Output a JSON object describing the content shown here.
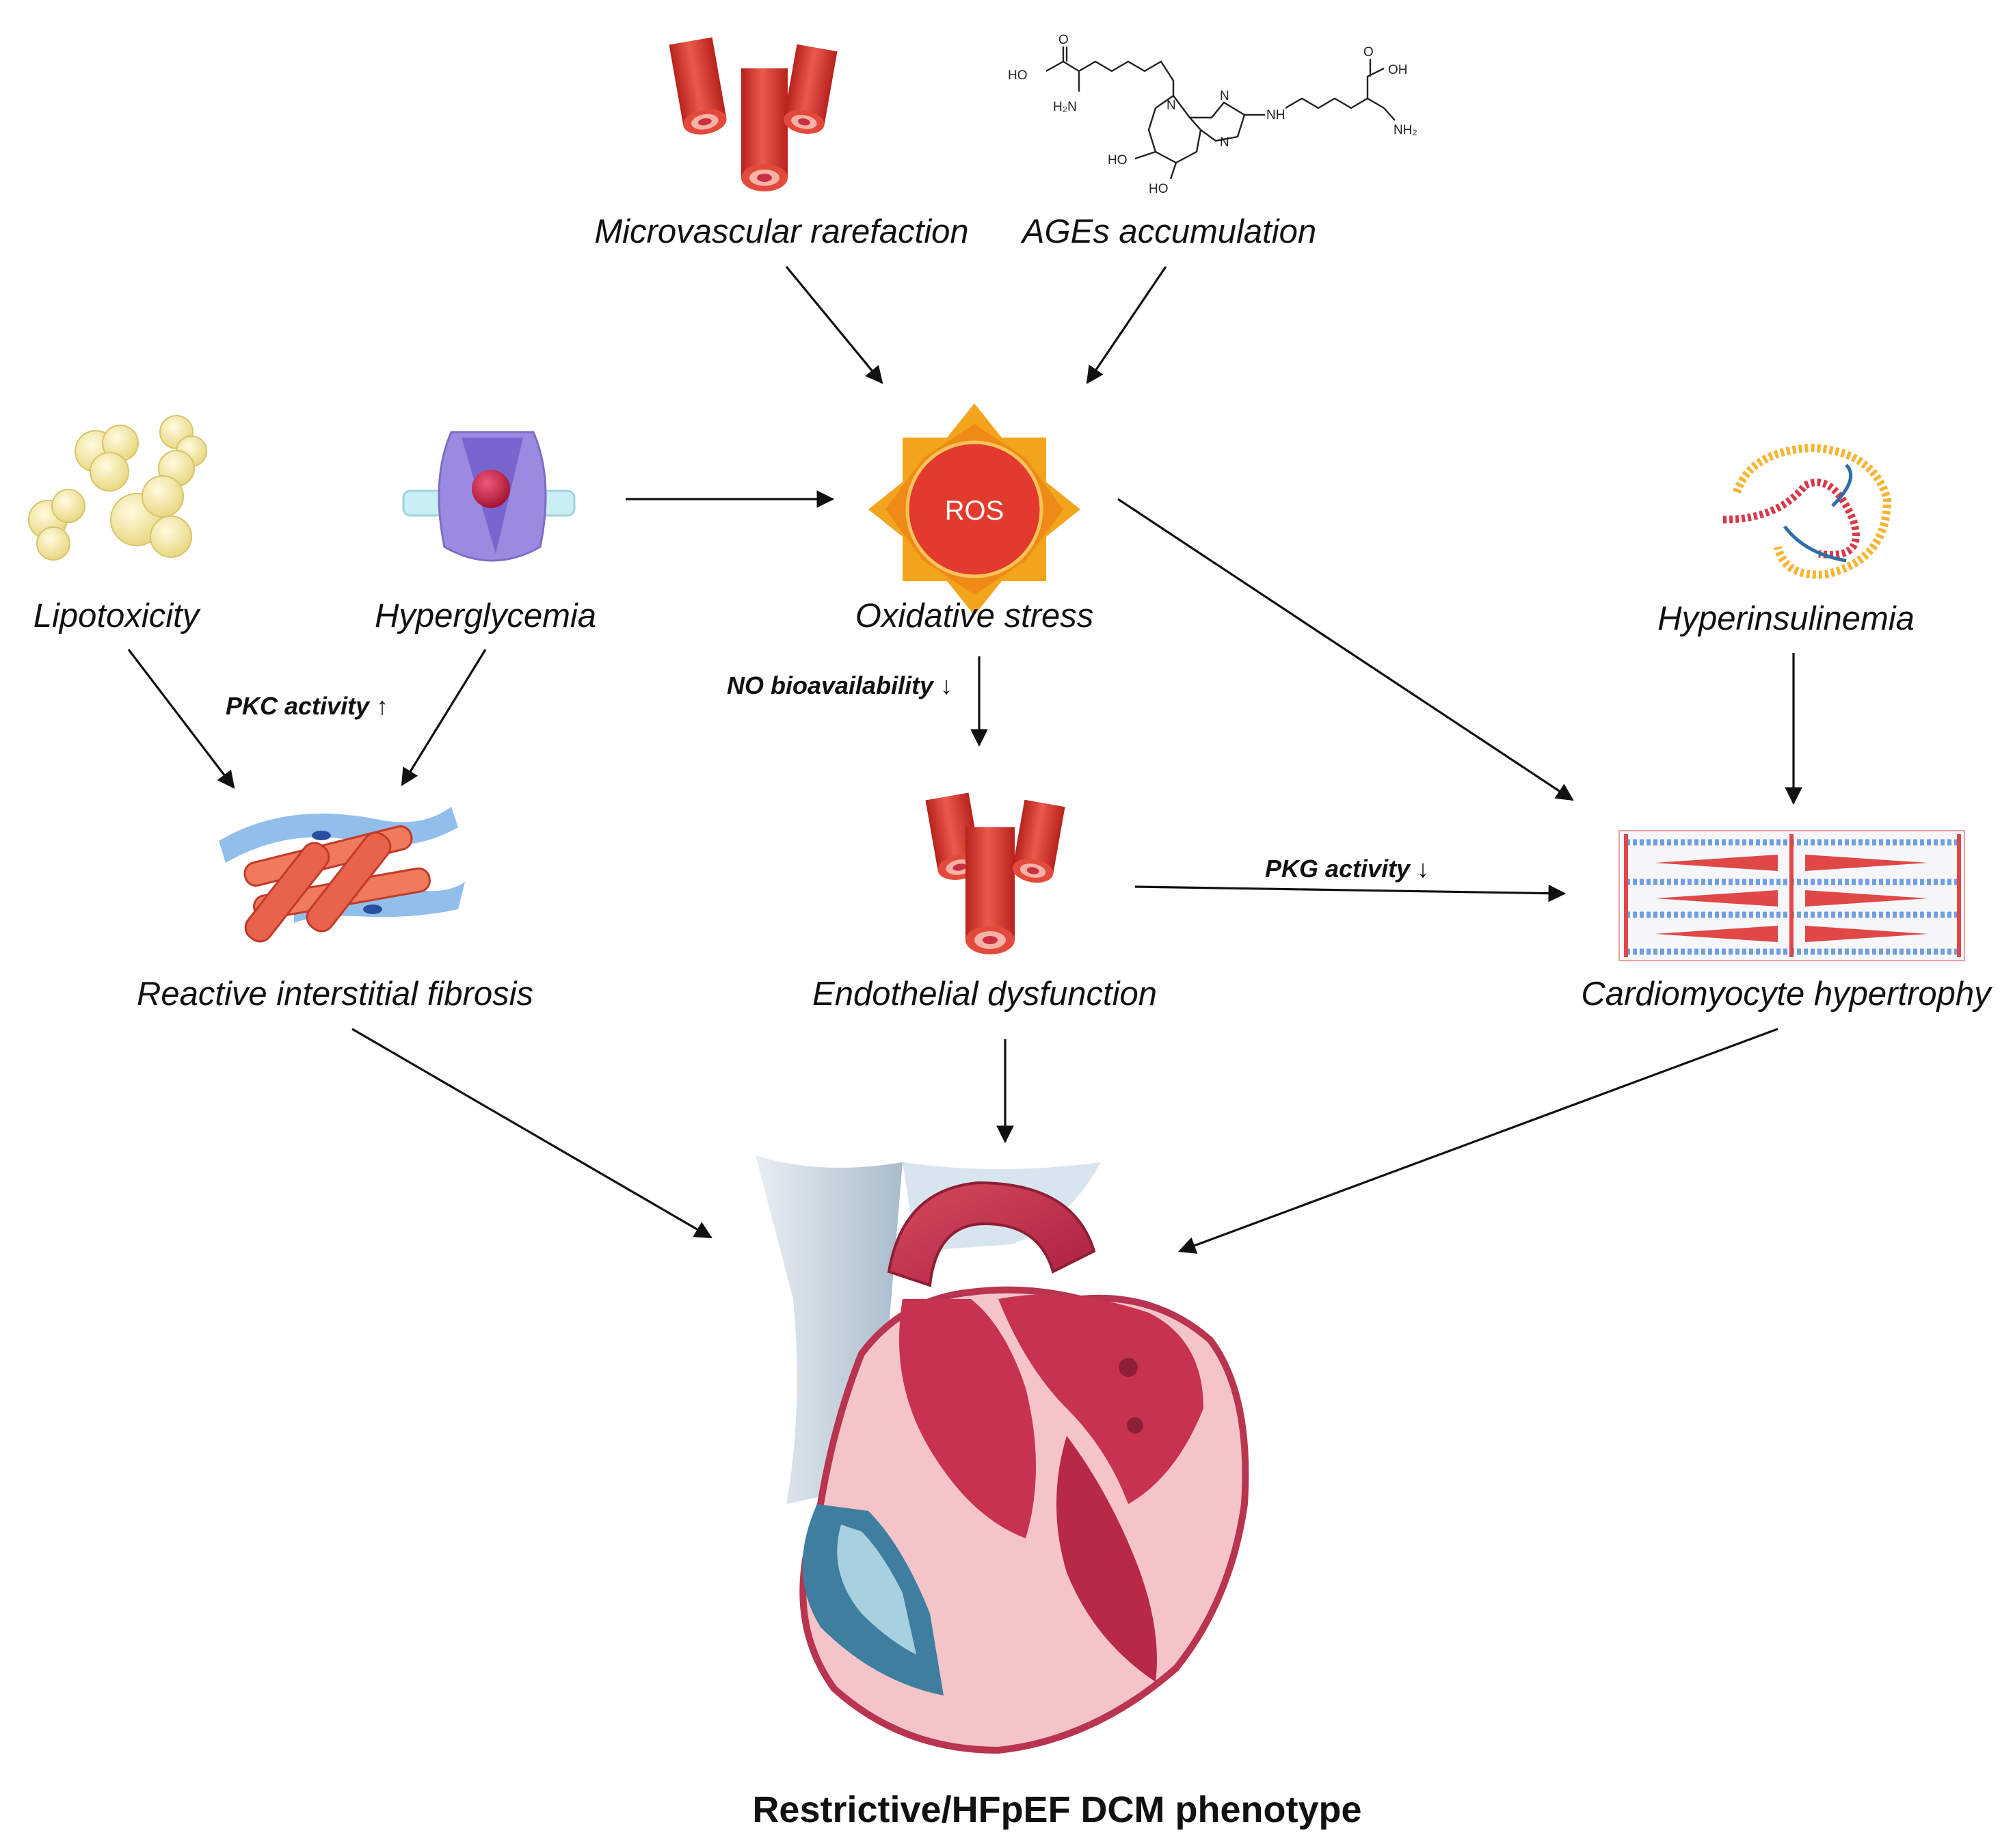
{
  "nodes": {
    "microvascular": "Microvascular rarefaction",
    "ages": "AGEs accumulation",
    "lipotoxicity": "Lipotoxicity",
    "hyperglycemia": "Hyperglycemia",
    "oxidative": "Oxidative stress",
    "hyperinsulinemia": "Hyperinsulinemia",
    "fibrosis": "Reactive interstitial fibrosis",
    "endothelial": "Endothelial dysfunction",
    "hypertrophy": "Cardiomyocyte hypertrophy"
  },
  "mechanisms": {
    "pkc": "PKC activity ↑",
    "no": "NO bioavailability ↓",
    "pkg": "PKG activity ↓"
  },
  "ros_label": "ROS",
  "chemical_labels": {
    "ho_top": "HO",
    "o_top": "O",
    "h2n": "H₂N",
    "n1": "N",
    "n2": "N",
    "n3": "N",
    "nh": "NH",
    "ho_mid": "HO",
    "ho_bot": "HO",
    "o_right": "O",
    "oh_right": "OH",
    "nh2_right": "NH₂"
  },
  "outcome": "Restrictive/HFpEF DCM phenotype",
  "colors": {
    "vessel_red": "#d93a34",
    "ros_red": "#e23a2c",
    "ros_star": "#f2a51c",
    "fat_yellow": "#f3e6a0",
    "cell_purple": "#9a8be0",
    "heart_red": "#c7334e",
    "heart_blue": "#3e7fa0",
    "heart_pink": "#f4c4c9"
  }
}
